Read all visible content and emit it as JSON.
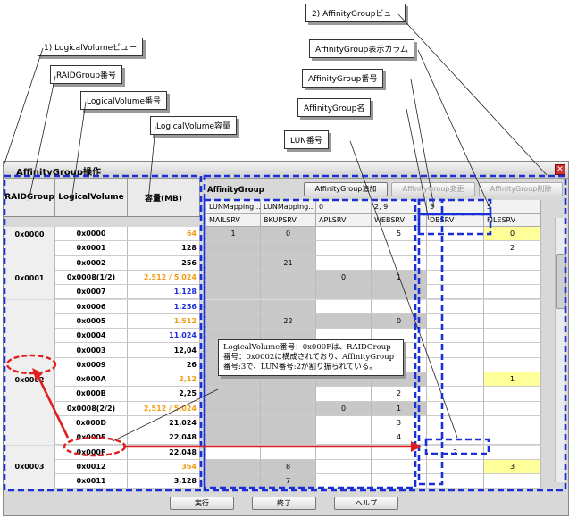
{
  "callouts": {
    "agview": "2) AffinityGroupビュー",
    "lvview": "1) LogicalVolumeビュー",
    "raidgroup_no": "RAIDGroup番号",
    "agcolumn": "AffinityGroup表示カラム",
    "lv_no": "LogicalVolume番号",
    "ag_no": "AffinityGroup番号",
    "lv_capacity": "LogicalVolume容量",
    "ag_name": "AffinityGroup名",
    "lun_no": "LUN番号"
  },
  "window": {
    "title": "AffinityGroup操作",
    "close_glyph": "✕",
    "left_headers": [
      "RAIDGroup",
      "LogicalVolume",
      "容量(MB)"
    ],
    "ag_label": "AffinityGroup",
    "buttons": {
      "add": "AffinityGroup追加",
      "change": "AffinityGroup変更",
      "delete": "AffinityGroup削除"
    },
    "bottom_buttons": {
      "run": "実行",
      "end": "終了",
      "help": "ヘルプ"
    }
  },
  "left_rows": [
    {
      "rg": "0x0000",
      "lv": "0x0000",
      "cap": "64",
      "cap_color": "#f39c12"
    },
    {
      "rg": "",
      "lv": "0x0001",
      "cap": "128",
      "cap_color": "#000000"
    },
    {
      "rg": "",
      "lv": "0x0002",
      "cap": "256",
      "cap_color": "#000000"
    },
    {
      "rg": "0x0001",
      "lv": "0x0008(1/2)",
      "cap": "2,512 / 5,024",
      "cap_color": "#f39c12"
    },
    {
      "rg": "",
      "lv": "0x0007",
      "cap": "1,128",
      "cap_color": "#1f2fd8"
    },
    {
      "rg": "",
      "lv": "0x0006",
      "cap": "1,256",
      "cap_color": "#1f2fd8"
    },
    {
      "rg": "",
      "lv": "0x0005",
      "cap": "1,512",
      "cap_color": "#f39c12"
    },
    {
      "rg": "",
      "lv": "0x0004",
      "cap": "11,024",
      "cap_color": "#1f2fd8"
    },
    {
      "rg": "",
      "lv": "0x0003",
      "cap": "12,04",
      "cap_color": "#000000"
    },
    {
      "rg": "",
      "lv": "0x0009",
      "cap": "26",
      "cap_color": "#000000"
    },
    {
      "rg": "0x0002",
      "lv": "0x000A",
      "cap": "2,12",
      "cap_color": "#f39c12"
    },
    {
      "rg": "",
      "lv": "0x000B",
      "cap": "2,25",
      "cap_color": "#000000"
    },
    {
      "rg": "",
      "lv": "0x0008(2/2)",
      "cap": "2,512 / 5,024",
      "cap_color": "#f39c12"
    },
    {
      "rg": "",
      "lv": "0x000D",
      "cap": "21,024",
      "cap_color": "#000000"
    },
    {
      "rg": "",
      "lv": "0x000E",
      "cap": "22,048",
      "cap_color": "#000000"
    },
    {
      "rg": "",
      "lv": "0x000F",
      "cap": "22,048",
      "cap_color": "#000000"
    },
    {
      "rg": "0x0003",
      "lv": "0x0012",
      "cap": "364",
      "cap_color": "#f39c12"
    },
    {
      "rg": "",
      "lv": "0x0011",
      "cap": "3,128",
      "cap_color": "#000000"
    }
  ],
  "ag_columns": [
    {
      "no": "LUNMapping...",
      "name": "MAILSRV"
    },
    {
      "no": "LUNMapping...",
      "name": "BKUPSRV"
    },
    {
      "no": "0",
      "name": "APLSRV"
    },
    {
      "no": "2, 9",
      "name": "WEBSRV"
    },
    {
      "no": "3",
      "name": "DBSRV"
    },
    {
      "no": "5",
      "name": "FILESRV"
    }
  ],
  "ag_cells": [
    [
      "1",
      "0",
      "",
      "5",
      "",
      "0"
    ],
    [
      "",
      "",
      "",
      "",
      "",
      "2"
    ],
    [
      "",
      "21",
      "",
      "",
      "",
      ""
    ],
    [
      "",
      "",
      "0",
      "1",
      "",
      ""
    ],
    [
      "",
      "",
      "",
      "",
      "",
      ""
    ],
    [
      "",
      "",
      "",
      "",
      "",
      ""
    ],
    [
      "",
      "22",
      "",
      "0",
      "",
      ""
    ],
    [
      "",
      "",
      "",
      "",
      "",
      ""
    ],
    [
      "",
      "",
      "",
      "",
      "",
      ""
    ],
    [
      "",
      "",
      "",
      "",
      "",
      ""
    ],
    [
      "",
      "",
      "",
      "",
      "",
      "1"
    ],
    [
      "",
      "",
      "",
      "2",
      "",
      ""
    ],
    [
      "",
      "",
      "0",
      "1",
      "",
      ""
    ],
    [
      "",
      "",
      "",
      "3",
      "",
      ""
    ],
    [
      "",
      "",
      "",
      "4",
      "",
      ""
    ],
    [
      "",
      "",
      "",
      "",
      "2",
      ""
    ],
    [
      "",
      "8",
      "",
      "",
      "",
      "3"
    ],
    [
      "",
      "7",
      "",
      "",
      "",
      ""
    ]
  ],
  "note_text": "LogicalVolume番号：0x000Fは、RAIDGroup番号：0x0002に構成されており、AffinityGroup番号:3で、LUN番号:2が割り振られている。",
  "colors": {
    "highlight_blue": "#1a2fd6",
    "highlight_red": "#e02020",
    "yellow_cell": "#ffff99",
    "gray_cell": "#c8c8c8"
  }
}
